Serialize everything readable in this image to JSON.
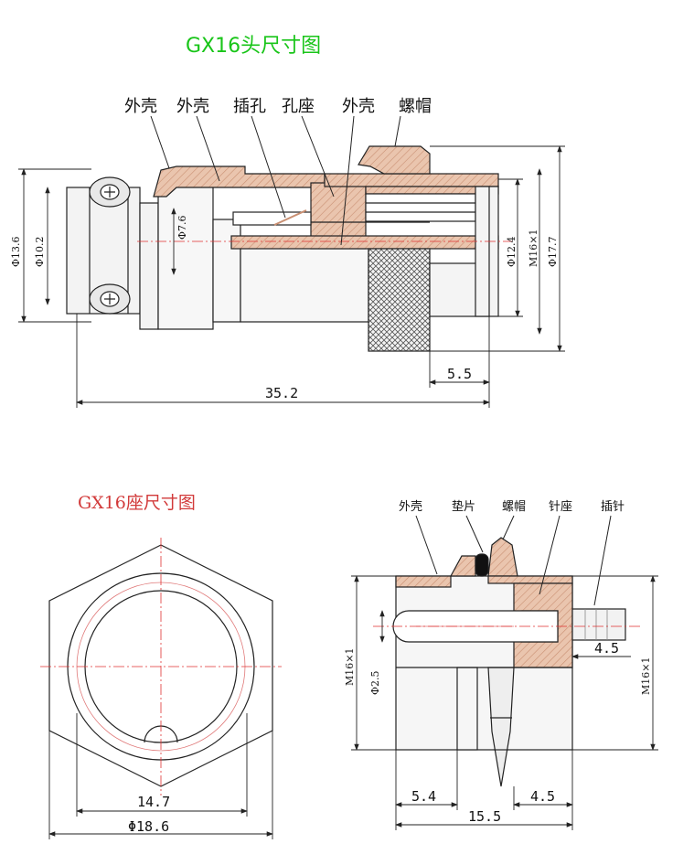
{
  "titles": {
    "plug": "GX16头尺寸图",
    "socket": "GX16座尺寸图",
    "plug_color": "#19c519",
    "socket_color": "#d23a3a"
  },
  "plug_labels": [
    "外壳",
    "外壳",
    "插孔",
    "孔座",
    "外壳",
    "螺帽"
  ],
  "plug_dims": {
    "d13_6": "Φ13.6",
    "d10_2": "Φ10.2",
    "d7_6": "Φ7.6",
    "d12_4": "Φ12.4",
    "m16": "M16×1",
    "d17_7": "Φ17.7",
    "len_5_5": "5.5",
    "len_35_2": "35.2"
  },
  "socket_front_dims": {
    "flat": "14.7",
    "dia": "Φ18.6"
  },
  "socket_side_labels": [
    "外壳",
    "垫片",
    "螺帽",
    "针座",
    "插针"
  ],
  "socket_side_dims": {
    "m16_left": "M16×1",
    "d2_5": "Φ2.5",
    "len_4_5_top": "4.5",
    "m16_right": "M16×1",
    "len_5_4": "5.4",
    "len_4_5": "4.5",
    "len_15_5": "15.5"
  },
  "colors": {
    "hatch": "#e7c0a8",
    "line": "#222222",
    "center": "#e03030"
  }
}
